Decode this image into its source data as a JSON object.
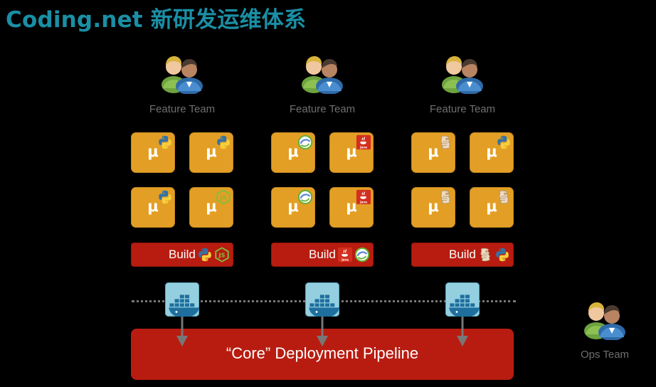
{
  "title": "Coding.net 新研发运维体系",
  "teams": [
    {
      "label": "Feature Team",
      "services": [
        {
          "symbol": "μ",
          "badge": "python-icon"
        },
        {
          "symbol": "μ",
          "badge": "python-icon"
        },
        {
          "symbol": "μ",
          "badge": "python-icon"
        },
        {
          "symbol": "μ",
          "badge": "nodejs-icon"
        }
      ],
      "build": {
        "label": "Build",
        "icons": [
          "python-icon",
          "nodejs-icon"
        ]
      }
    },
    {
      "label": "Feature Team",
      "services": [
        {
          "symbol": "μ",
          "badge": "clojure-icon"
        },
        {
          "symbol": "μ",
          "badge": "java-icon"
        },
        {
          "symbol": "μ",
          "badge": "clojure-icon"
        },
        {
          "symbol": "μ",
          "badge": "java-icon"
        }
      ],
      "build": {
        "label": "Build",
        "icons": [
          "java-icon",
          "clojure-icon"
        ]
      }
    },
    {
      "label": "Feature Team",
      "services": [
        {
          "symbol": "μ",
          "badge": "scroll-icon"
        },
        {
          "symbol": "μ",
          "badge": "python-icon"
        },
        {
          "symbol": "μ",
          "badge": "scroll-icon"
        },
        {
          "symbol": "μ",
          "badge": "scroll-icon"
        }
      ],
      "build": {
        "label": "Build",
        "icons": [
          "scroll-icon",
          "python-icon"
        ]
      }
    }
  ],
  "pipeline": {
    "label": "“Core” Deployment Pipeline"
  },
  "ops": {
    "label": "Ops Team"
  },
  "colors": {
    "title": "#1a8fa5",
    "service": "#e39f25",
    "build": "#b81c10",
    "pipeline": "#b81c10",
    "docker_bg": "#94cfe0",
    "docker_whale": "#1f6f9e",
    "label_gray": "#6f6f6f"
  }
}
